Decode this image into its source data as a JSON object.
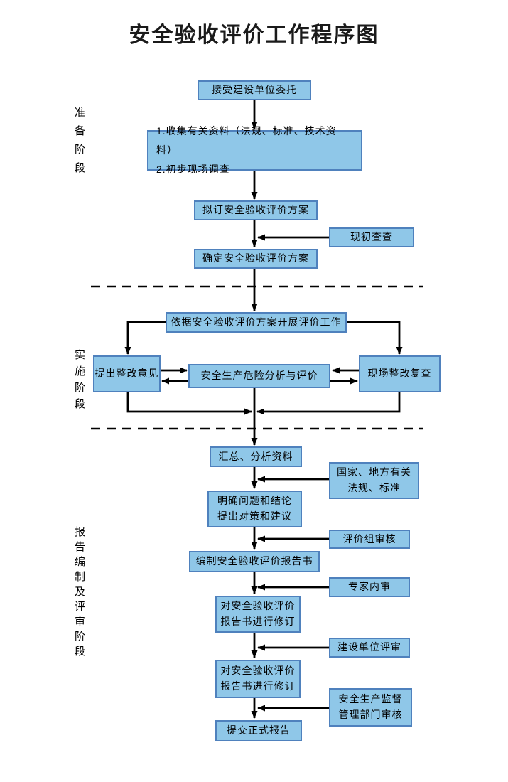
{
  "title": "安全验收评价工作程序图",
  "phases": {
    "prep": "准备阶段",
    "impl": "实施阶段",
    "report": "报告编制及评审阶段"
  },
  "nodes": {
    "accept": "接受建设单位委托",
    "collect": "1.收集有关资料（法规、标准、技术资料）\n2.初步现场调查",
    "draft_plan": "拟订安全验收评价方案",
    "initial_review": "现初查查",
    "confirm_plan": "确定安全验收评价方案",
    "carry_out": "依据安全验收评价方案开展评价工作",
    "propose_rectify": "提出整改意见",
    "risk_analysis": "安全生产危险分析与评价",
    "site_recheck": "现场整改复查",
    "summarize": "汇总、分析资料",
    "laws": "国家、地方有关\n法规、标准",
    "clarify": "明确问题和结论\n提出对策和建议",
    "team_review": "评价组审核",
    "compile_report": "编制安全验收评价报告书",
    "expert_review": "专家内审",
    "revise_1": "对安全验收评价\n报告书进行修订",
    "client_review": "建设单位评审",
    "revise_2": "对安全验收评价\n报告书进行修订",
    "authority_review": "安全生产监督\n管理部门审核",
    "submit": "提交正式报告"
  },
  "colors": {
    "node_fill": "#8FC7E8",
    "node_border": "#4F81BD",
    "line": "#000000",
    "title_color": "#1A1A1A"
  }
}
